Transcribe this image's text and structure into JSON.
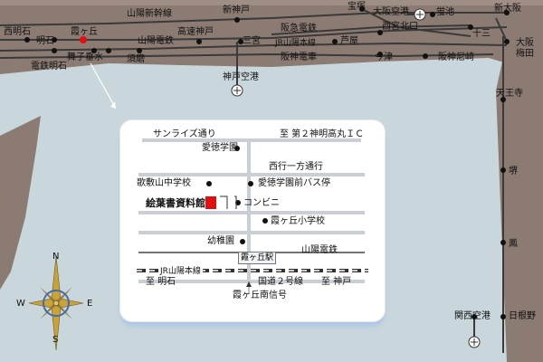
{
  "top_stations": {
    "nishi_akashi": "西明石",
    "akashi": "明石",
    "kasumigaoka": "霞ヶ丘",
    "sanyo_shinkansen": "山陽新幹線",
    "shin_kobe": "新神戸",
    "houkaku": "宝塚",
    "osaka_airport": "大阪空港",
    "koike": "蛍池",
    "shin_osaka": "新大阪",
    "dentetsu_akashi": "電鉄明石",
    "maiko_tarumi": "舞子垂水",
    "suma": "須磨",
    "sanyo_dentetsu": "山陽電鉄",
    "kosoku_kobe": "高速神戸",
    "sannomiya": "三宮",
    "hankyu_dentetsu": "阪急電鉄",
    "jr_sanyo_honsen": "JR山陽本線",
    "ashiya": "芦屋",
    "nishinomiya_kitaguchi": "西宮北口",
    "juso": "十三",
    "osaka_umeda": "大阪\n梅田",
    "hanshin_densha": "阪神電車",
    "imazu": "今津",
    "hanshin_amagasaki": "阪神尼崎",
    "kobe_airport": "神戸空港",
    "tennoji": "天王寺",
    "sakai": "堺",
    "otori": "鳳",
    "kansai_airport": "関西空港",
    "hineno": "日根野"
  },
  "compass": {
    "n": "N",
    "s": "S",
    "e": "E",
    "w": "W"
  },
  "inset": {
    "sunrise_road": "サンライズ通り",
    "to_dai2": "至 第２神明高丸ＩＣ",
    "aitoku_gakuen": "愛徳学園",
    "seigyo_ippou": "西行一方通行",
    "kasayama_chugakko": "歌敷山中学校",
    "bus_stop": "愛徳学園前バス停",
    "museum": "絵葉書資料館",
    "konbini": "コンビニ",
    "kasumigaoka_shogakko": "霞ヶ丘小学校",
    "yochien": "幼稚園",
    "sanyo_dentetsu": "山陽電鉄",
    "kasumigaoka_eki": "霞ヶ丘駅",
    "jr_sanyo_honsen": "JR山陽本線",
    "to_akashi": "至 明石",
    "kokudo": "国道２号線",
    "to_kobe": "至 神戸",
    "signal": "霞ヶ丘南信号"
  },
  "colors": {
    "sea": "#c9d6dc",
    "land": "#8b7b72",
    "rail": "#3a3a3a",
    "inset_bg": "#ffffff",
    "marker": "#e01010"
  }
}
